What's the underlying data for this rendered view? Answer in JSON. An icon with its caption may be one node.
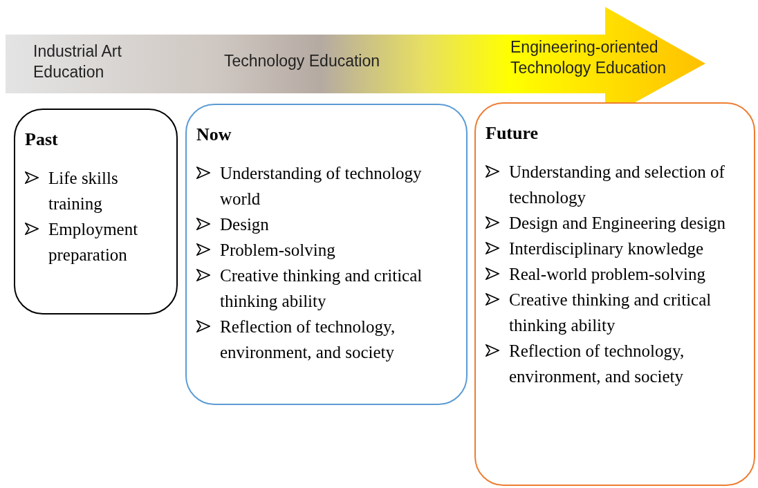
{
  "diagram": {
    "nodes": [
      {
        "text": [
          "Industrial Art Education",
          "Technology Education",
          "Engineering-oriented Technology Education"
        ]
      },
      {
        "text": [
          "Past",
          "Life skills training",
          "Employment preparation"
        ]
      },
      {
        "text": [
          "Now",
          "Understanding of technology world",
          "Design",
          "Problem-solving",
          "Creative thinking and critical thinking ability",
          "Reflection of technology, environment, and society"
        ]
      },
      {
        "text": [
          "Future",
          "Understanding and selection of technology",
          "Design and Engineering design",
          "Interdisciplinary knowledge",
          "Real-world problem-solving",
          "Creative thinking and critical thinking ability",
          "Reflection of technology, environment, and society"
        ]
      }
    ],
    "edges": []
  }
}
